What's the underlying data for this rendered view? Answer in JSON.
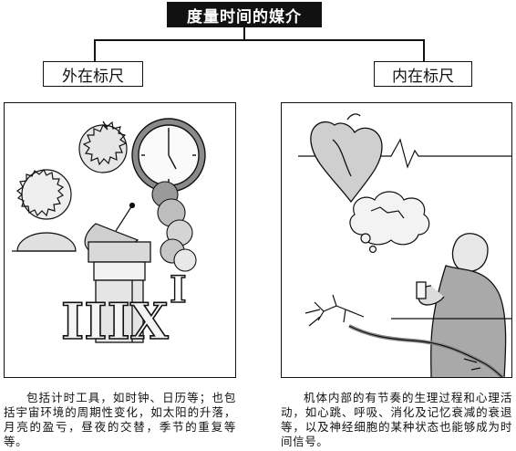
{
  "title": "度量时间的媒介",
  "left": {
    "label": "外在标尺",
    "numeral_large": "IIIX",
    "numeral_small": "I",
    "description": "包括计时工具，如时钟、日历等；也包括宇宙环境的周期性变化，如太阳的升落，月亮的盈亏，昼夜的交替，季节的重复等等。"
  },
  "right": {
    "label": "内在标尺",
    "description": "机体内部的有节奏的生理过程和心理活动，如心跳、呼吸、消化及记忆衰减的衰退等，以及神经细胞的某种状态也能够成为时间信号。"
  }
}
